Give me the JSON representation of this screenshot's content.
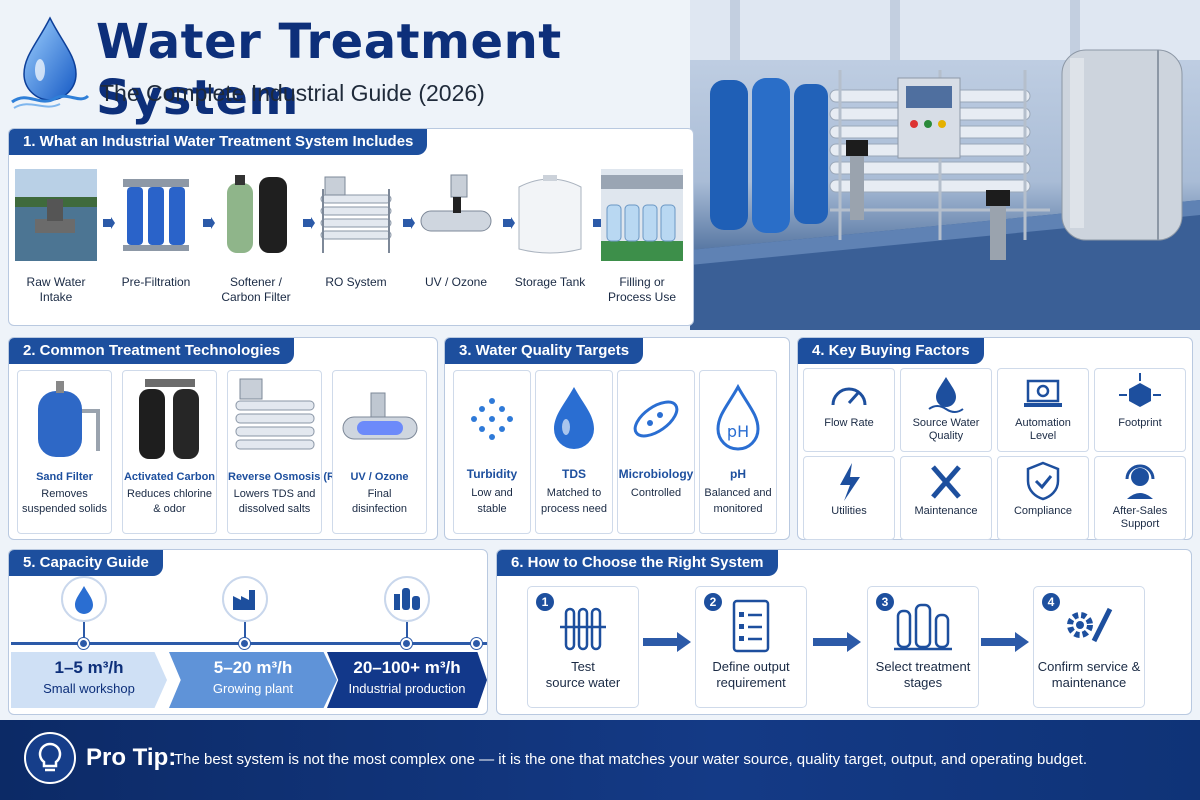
{
  "header": {
    "title": "Water Treatment System",
    "subtitle": "The Complete Industrial Guide (2026)"
  },
  "section1": {
    "heading": "1. What an Industrial Water Treatment System Includes",
    "steps": [
      {
        "line1": "Raw Water",
        "line2": "Intake"
      },
      {
        "line1": "Pre-Filtration",
        "line2": ""
      },
      {
        "line1": "Softener /",
        "line2": "Carbon Filter"
      },
      {
        "line1": "RO System",
        "line2": ""
      },
      {
        "line1": "UV / Ozone",
        "line2": ""
      },
      {
        "line1": "Storage Tank",
        "line2": ""
      },
      {
        "line1": "Filling or",
        "line2": "Process Use"
      }
    ]
  },
  "section2": {
    "heading": "2. Common Treatment Technologies",
    "cards": [
      {
        "name": "Sand Filter",
        "desc1": "Removes",
        "desc2": "suspended solids"
      },
      {
        "name": "Activated Carbon",
        "desc1": "Reduces chlorine",
        "desc2": "& odor"
      },
      {
        "name": "Reverse Osmosis (RO)",
        "desc1": "Lowers TDS and",
        "desc2": "dissolved salts"
      },
      {
        "name": "UV / Ozone",
        "desc1": "Final",
        "desc2": "disinfection"
      }
    ]
  },
  "section3": {
    "heading": "3. Water Quality Targets",
    "cards": [
      {
        "name": "Turbidity",
        "desc1": "Low and",
        "desc2": "stable"
      },
      {
        "name": "TDS",
        "desc1": "Matched to",
        "desc2": "process need"
      },
      {
        "name": "Microbiology",
        "desc1": "Controlled",
        "desc2": ""
      },
      {
        "name": "pH",
        "desc1": "Balanced and",
        "desc2": "monitored",
        "icon_text": "pH"
      }
    ]
  },
  "section4": {
    "heading": "4. Key Buying Factors",
    "factors": [
      {
        "line1": "Flow Rate",
        "line2": ""
      },
      {
        "line1": "Source Water",
        "line2": "Quality"
      },
      {
        "line1": "Automation",
        "line2": "Level"
      },
      {
        "line1": "Footprint",
        "line2": ""
      },
      {
        "line1": "Utilities",
        "line2": ""
      },
      {
        "line1": "Maintenance",
        "line2": ""
      },
      {
        "line1": "Compliance",
        "line2": ""
      },
      {
        "line1": "After-Sales",
        "line2": "Support"
      }
    ]
  },
  "section5": {
    "heading": "5. Capacity Guide",
    "tiers": [
      {
        "value": "1–5 m³/h",
        "desc": "Small workshop"
      },
      {
        "value": "5–20 m³/h",
        "desc": "Growing plant"
      },
      {
        "value": "20–100+ m³/h",
        "desc": "Industrial production"
      }
    ]
  },
  "section6": {
    "heading": "6. How to Choose the Right System",
    "steps": [
      {
        "num": "1",
        "line1": "Test",
        "line2": "source water"
      },
      {
        "num": "2",
        "line1": "Define output",
        "line2": "requirement"
      },
      {
        "num": "3",
        "line1": "Select treatment",
        "line2": "stages"
      },
      {
        "num": "4",
        "line1": "Confirm service &",
        "line2": "maintenance"
      }
    ]
  },
  "footer": {
    "label": "Pro Tip:",
    "text": "The best system is not the most complex one — it is the one that matches your water source, quality target, output, and operating budget."
  },
  "colors": {
    "brand_dark": "#0d2f7a",
    "brand": "#1d4f9e",
    "accent": "#2c5aa8",
    "panel_border": "#b9c9e0"
  }
}
